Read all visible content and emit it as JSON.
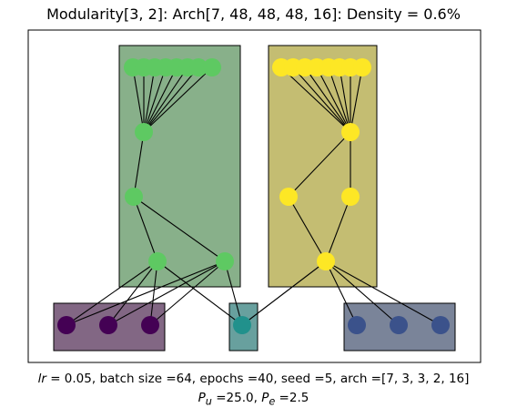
{
  "title": "Modularity[3, 2]: Arch[7, 48, 48, 48, 16]: Density = 0.6%",
  "caption": {
    "lr_symbol": "lr",
    "lr_rest": " =  0.05, batch size =64, epochs =40, seed =5, arch =[7, 3, 3, 2, 16]",
    "pu_symbol": "P",
    "pu_sub": "u",
    "pu_rest": " =25.0, ",
    "pe_symbol": "P",
    "pe_sub": "e",
    "pe_rest": " =2.5"
  },
  "colors": {
    "green_module": "#88b08a",
    "yellow_module": "#c4bd72",
    "purple_input": "#826784",
    "teal_input": "#68a09e",
    "blue_input": "#7a8499",
    "green_node": "#5ec962",
    "yellow_node": "#fde725",
    "purple_node": "#440154",
    "teal_node": "#21918c",
    "blue_node": "#3b528b"
  }
}
